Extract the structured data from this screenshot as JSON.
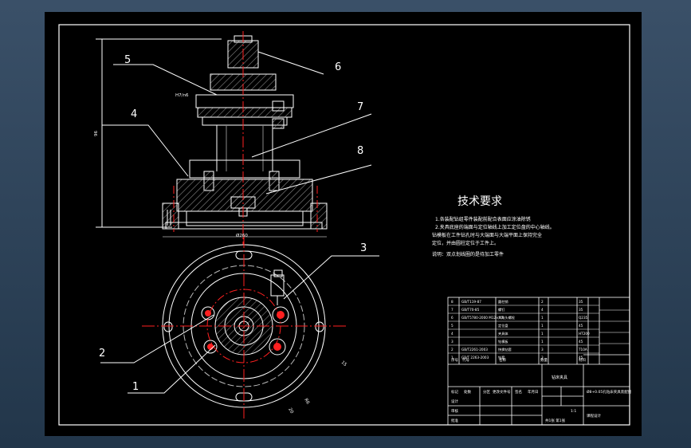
{
  "colors": {
    "background": "#2a3e52",
    "sheet": "#000000",
    "line": "#ffffff",
    "center_line": "#ff2020",
    "hatch": "#7a7a7a"
  },
  "part_labels": [
    "1",
    "2",
    "3",
    "4",
    "5",
    "6",
    "7",
    "8"
  ],
  "dimensions": {
    "fit": "H7/n6",
    "height": "96",
    "width": "Ø260",
    "dim_a": "15",
    "dim_b": "R6",
    "dim_c": "20"
  },
  "tech": {
    "title": "技术要求",
    "lines": [
      "1.各装配钻组零件装配前配合表面应涂油除锈",
      "2.夹具底座的端面与定位轴线上加工定位盘的中心轴线。",
      "钻模板在工件钻孔时与大端面与大端平面上保持完全",
      "定位，并由圆柱定位于工件上。",
      "说明：双点划线圈的是待加工零件"
    ]
  },
  "bom_rows": [
    [
      "8",
      "GB/T119-87",
      "圆柱销",
      "2",
      "35"
    ],
    [
      "7",
      "GB/T70-85",
      "螺钉",
      "4",
      "35"
    ],
    [
      "6",
      "GB/T5780-2000 M12×60",
      "六角头螺栓",
      "1",
      "Q235"
    ],
    [
      "5",
      "",
      "定位盘",
      "1",
      "45"
    ],
    [
      "4",
      "",
      "夹具体",
      "1",
      "HT200"
    ],
    [
      "3",
      "",
      "钻模板",
      "1",
      "45"
    ],
    [
      "2",
      "GB/T2261-2003",
      "快换钻套",
      "3",
      "T10A"
    ],
    [
      "1",
      "GB/T 2263-2003",
      "钻套",
      "3",
      "45"
    ]
  ],
  "bom_header": [
    "序号",
    "代号",
    "名称",
    "数量",
    "材料"
  ],
  "title_block": {
    "drawing_title": "钻床夹具",
    "drawing_no": "Ø8+0.05孔钻床夹具装配图",
    "scale": "1:1",
    "school": "课程设计",
    "design": "设计",
    "check": "审核",
    "approve": "批准",
    "sheet": "共1张 第1张",
    "marks": [
      "标记",
      "处数",
      "分区",
      "更改文件号",
      "签名",
      "年月日"
    ]
  }
}
